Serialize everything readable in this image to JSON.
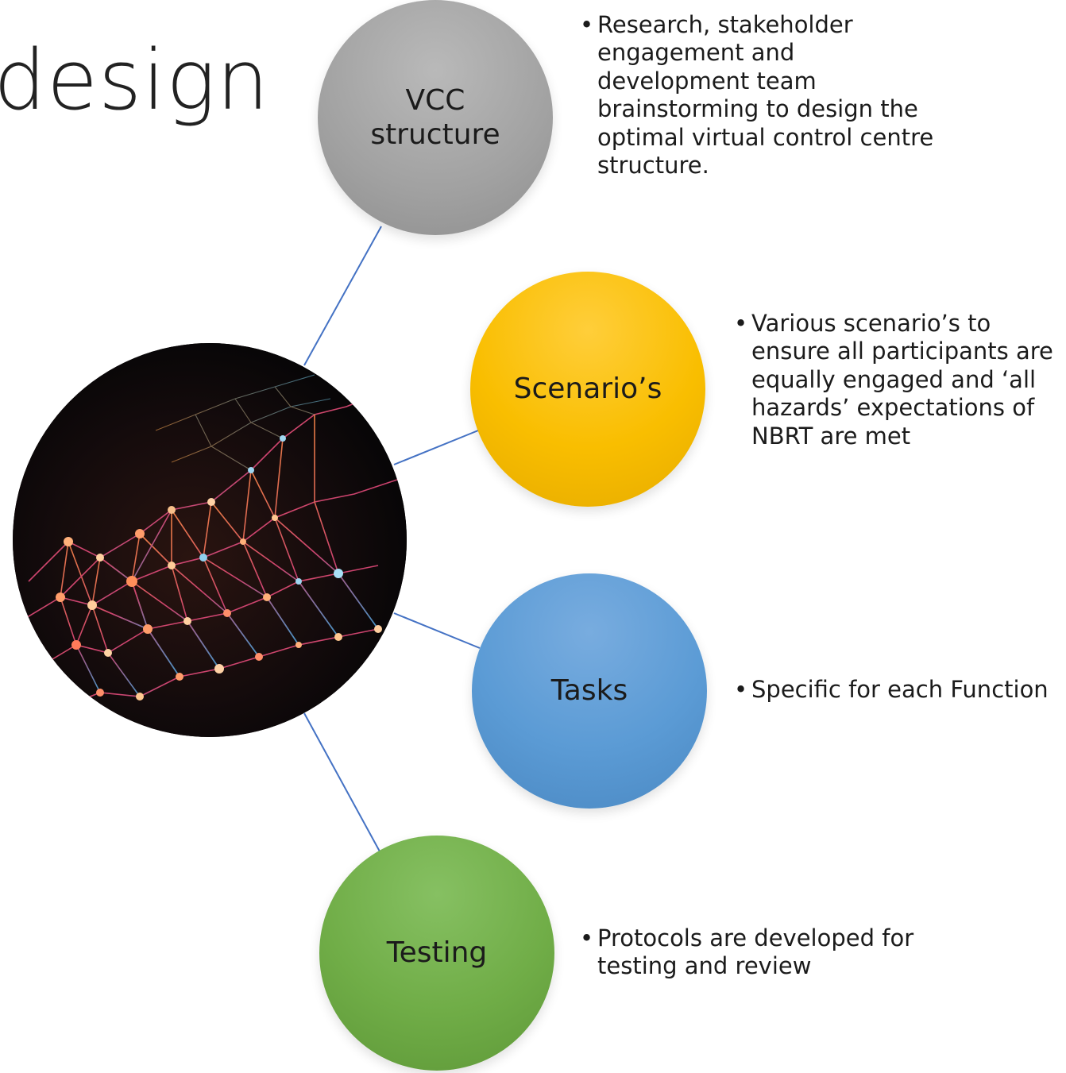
{
  "slide": {
    "title": "design"
  },
  "nodes": [
    {
      "id": "vcc",
      "label": "VCC structure",
      "color": "#a6a6a6",
      "description": "Research, stakeholder engagement and development team brainstorming to design the optimal virtual control centre structure."
    },
    {
      "id": "scenarios",
      "label": "Scenario’s",
      "color": "#fcc000",
      "description": "Various scenario’s to ensure all participants are equally engaged and ‘all hazards’ expectations of NBRT are met"
    },
    {
      "id": "tasks",
      "label": "Tasks",
      "color": "#5b9bd5",
      "description": "Specific for each Function"
    },
    {
      "id": "testing",
      "label": "Testing",
      "color": "#70ad47",
      "description": "Protocols are developed for testing and review"
    }
  ],
  "bullet": "•",
  "connector_color": "#4472c4",
  "hub_image": "abstract-network-mesh-image"
}
